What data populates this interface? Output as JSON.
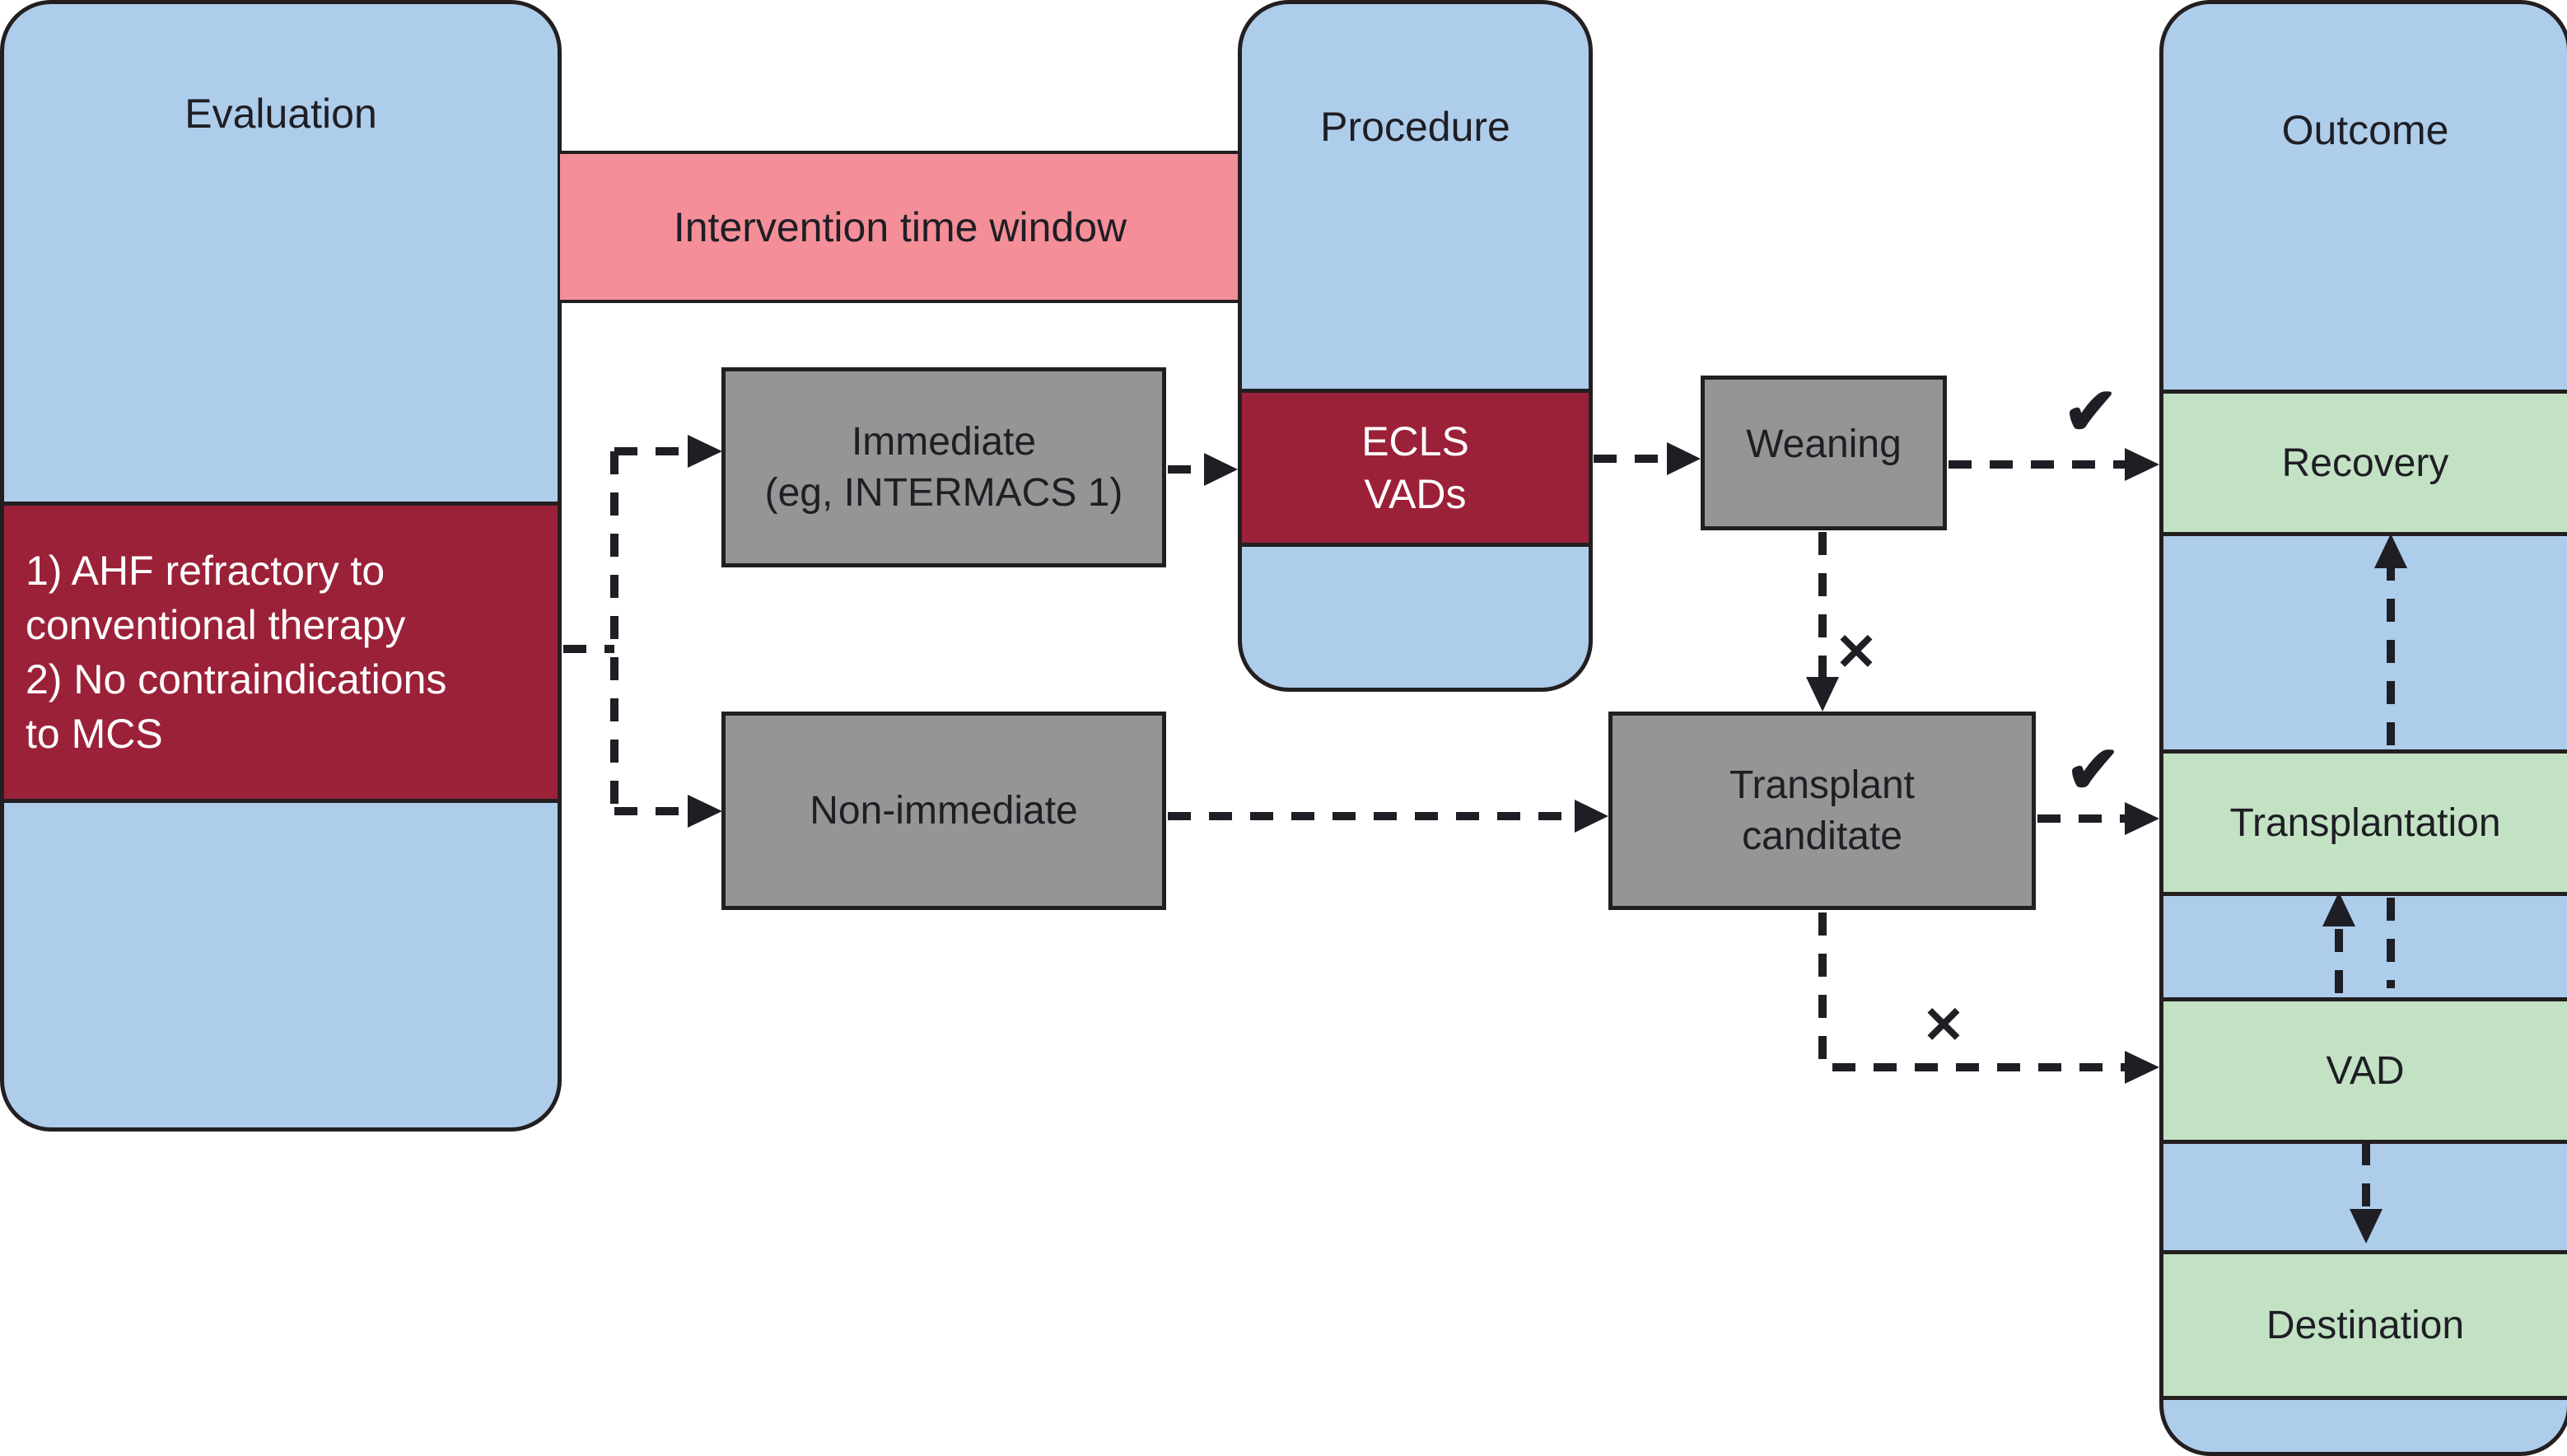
{
  "columns": {
    "evaluation": {
      "title": "Evaluation",
      "criteria": [
        "1) AHF refractory to",
        "conventional therapy",
        "2) No contraindications",
        "to MCS"
      ]
    },
    "procedure": {
      "title": "Procedure",
      "band_lines": [
        "ECLS",
        "VADs"
      ]
    },
    "outcome": {
      "title": "Outcome",
      "items": [
        "Recovery",
        "Transplantation",
        "VAD",
        "Destination"
      ]
    }
  },
  "intervention_window": {
    "label": "Intervention time window"
  },
  "boxes": {
    "immediate": {
      "lines": [
        "Immediate",
        "(eg, INTERMACS 1)"
      ]
    },
    "non_immediate": {
      "label": "Non-immediate"
    },
    "weaning": {
      "label": "Weaning"
    },
    "transplant_candidate": {
      "lines": [
        "Transplant",
        "canditate"
      ]
    }
  },
  "marks": {
    "check": "✔",
    "cross": "✕"
  },
  "colors": {
    "column_blue": "#aecdeb",
    "criteria_red": "#9b2139",
    "window_pink": "#f48e98",
    "box_gray": "#959595",
    "outcome_green": "#c3e2c4",
    "line_dark": "#231f20"
  }
}
